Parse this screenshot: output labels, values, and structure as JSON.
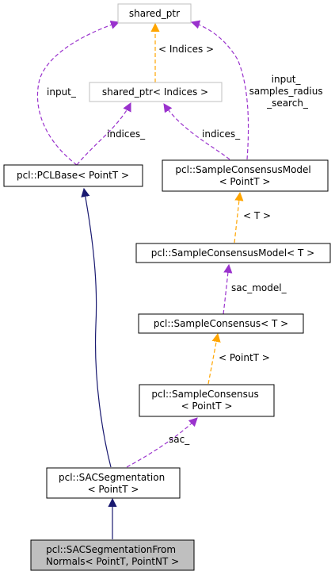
{
  "colors": {
    "inheritance": "#191970",
    "usage": "#9a32cd",
    "template": "#ffa500",
    "node_border": "#000000",
    "external_border": "#bfbfbf",
    "highlight_fill": "#bfbfbf"
  },
  "nodes": {
    "shared_ptr": {
      "lines": [
        "shared_ptr"
      ]
    },
    "shared_ptr_indices": {
      "lines": [
        "shared_ptr< Indices >"
      ]
    },
    "pclbase": {
      "lines": [
        "pcl::PCLBase< PointT >"
      ]
    },
    "sample_consensus_model_pointt": {
      "lines": [
        "pcl::SampleConsensusModel",
        "< PointT >"
      ]
    },
    "sample_consensus_model_t": {
      "lines": [
        "pcl::SampleConsensusModel< T >"
      ]
    },
    "sample_consensus_t": {
      "lines": [
        "pcl::SampleConsensus< T >"
      ]
    },
    "sample_consensus_pointt": {
      "lines": [
        "pcl::SampleConsensus",
        "< PointT >"
      ]
    },
    "sac_segmentation": {
      "lines": [
        "pcl::SACSegmentation",
        "< PointT >"
      ]
    },
    "sac_segmentation_from_normals": {
      "lines": [
        "pcl::SACSegmentationFrom",
        "Normals< PointT, PointNT >"
      ]
    }
  },
  "edge_labels": {
    "input": [
      "input_"
    ],
    "indices_left": [
      "indices_"
    ],
    "indices_right": [
      "indices_"
    ],
    "template_indices": [
      "< Indices >"
    ],
    "input_samples": [
      "input_",
      "samples_radius",
      "_search_"
    ],
    "template_t": [
      "< T >"
    ],
    "sac_model": [
      "sac_model_"
    ],
    "template_pointt": [
      "< PointT >"
    ],
    "sac": [
      "sac_"
    ]
  }
}
